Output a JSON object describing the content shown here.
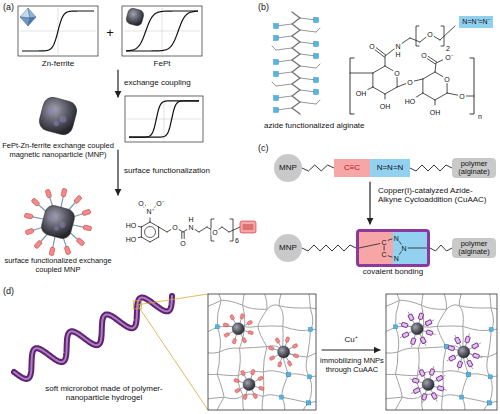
{
  "diagram": {
    "nodes": [
      {
        "text": [
          "N=N⁺=N⁻"
        ]
      },
      {
        "text": [
          "MNP"
        ]
      },
      {
        "text": [
          "C≡C"
        ]
      },
      {
        "text": [
          "N=N=N"
        ]
      },
      {
        "text": [
          "polymer (alginate)"
        ]
      },
      {
        "text": [
          "MNP"
        ]
      },
      {
        "text": [
          "C",
          "C",
          "N",
          "N",
          "N",
          "covalent bonding"
        ]
      },
      {
        "text": [
          "polymer (alginate)"
        ]
      }
    ],
    "edges": [
      {
        "from": 1,
        "to": 2,
        "arrow": "none"
      },
      {
        "from": 3,
        "to": 4,
        "arrow": "none"
      },
      {
        "from": 5,
        "to": 6,
        "arrow": "none"
      },
      {
        "from": 6,
        "to": 7,
        "arrow": "none"
      }
    ],
    "labels": [
      "(a)",
      "Zn-ferrite",
      "FePt",
      "+",
      "exchange coupling",
      "FePt-Zn-ferrite exchange coupled magnetic nanoparticle (MNP)",
      "surface functionalization",
      "surface functionalized exchange coupled MNP",
      "HO",
      "HO",
      "N⁺",
      "O",
      "O⁻",
      "O",
      "O",
      "N",
      "H",
      "O",
      "6",
      "(b)",
      "azide functionalized alginate",
      "O",
      "N",
      "H",
      "O",
      "2",
      "O",
      "OH",
      "OH",
      "O",
      "O",
      "HO",
      "OH",
      "O",
      "O⁻",
      "O",
      "n",
      "(c)",
      "Copper(I)-catalyzed Azide-Alkyne Cycloaddition (CuAAC)",
      "(d)",
      "soft microrobot made of polymer-nanoparticle hydrogel",
      "Cu⁺",
      "immobilizing MNPs through CuAAC"
    ]
  }
}
